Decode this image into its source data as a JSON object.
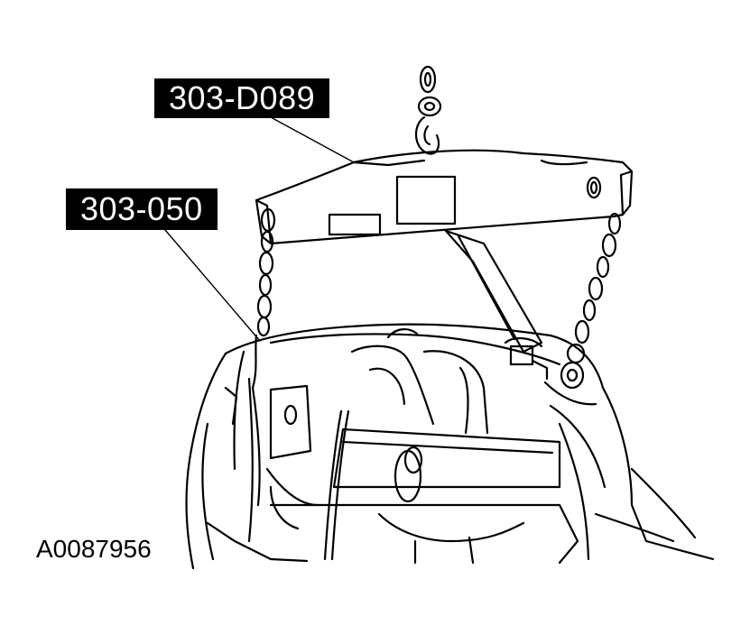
{
  "callouts": {
    "lifting_beam_tool": "303-D089",
    "chain_tool": "303-050"
  },
  "figure_id": "A0087956",
  "colors": {
    "ink": "#000000",
    "paper": "#ffffff",
    "callout_text": "#ffffff"
  }
}
